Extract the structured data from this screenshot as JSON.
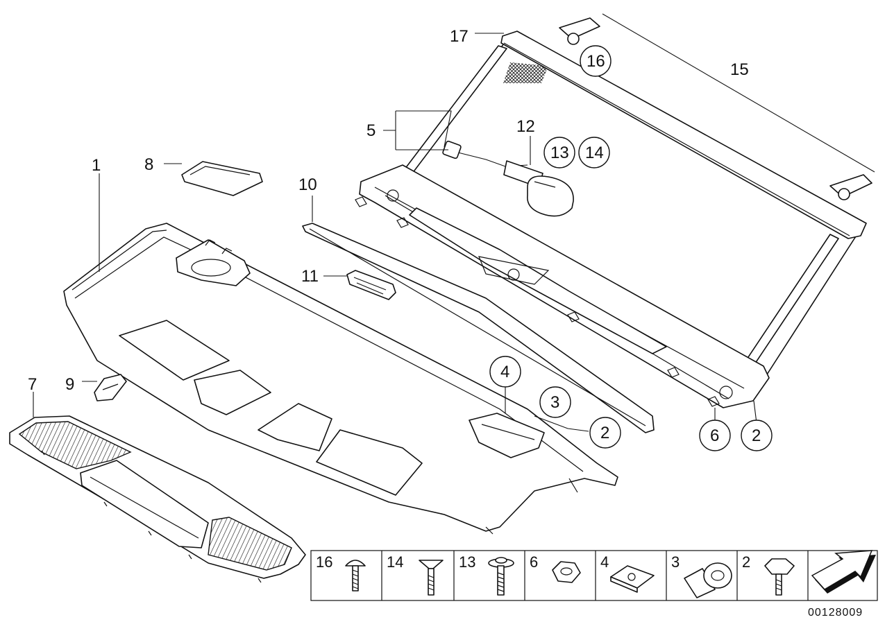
{
  "diagram": {
    "callouts": {
      "c1": "1",
      "c2a": "2",
      "c2b": "2",
      "c3": "3",
      "c4": "4",
      "c5": "5",
      "c6": "6",
      "c7": "7",
      "c8": "8",
      "c9": "9",
      "c10": "10",
      "c11": "11",
      "c12": "12",
      "c13": "13",
      "c14": "14",
      "c15": "15",
      "c16": "16",
      "c17": "17"
    },
    "legend": [
      {
        "number": "16",
        "icon": "screw-icon"
      },
      {
        "number": "14",
        "icon": "countersunk-screw-icon"
      },
      {
        "number": "13",
        "icon": "washer-screw-icon"
      },
      {
        "number": "6",
        "icon": "hex-nut-icon"
      },
      {
        "number": "4",
        "icon": "clip-nut-icon"
      },
      {
        "number": "3",
        "icon": "grommet-icon"
      },
      {
        "number": "2",
        "icon": "collar-screw-icon"
      }
    ],
    "direction_icon": "arrow-icon",
    "document_number": "00128009"
  }
}
